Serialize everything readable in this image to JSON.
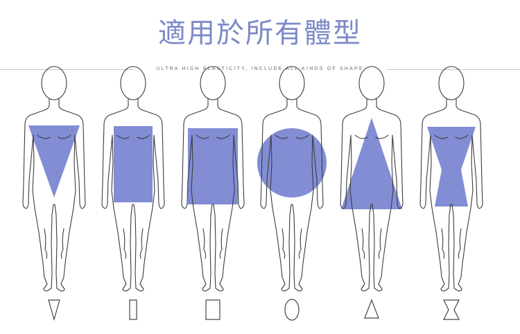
{
  "title": "適用於所有體型",
  "subtitle": "ULTRA HIGH ELASTICITY,  INCLUDE ALL KINDS OF SHAPE",
  "colors": {
    "title": "#7c8ac8",
    "shape_fill": "#7b87d2",
    "outline": "#3b3b3b",
    "symbol": "#444444"
  },
  "figures": [
    {
      "shape": "inverted-triangle",
      "symbol": "inverted-triangle-icon"
    },
    {
      "shape": "narrow-rectangle",
      "symbol": "narrow-rectangle-icon"
    },
    {
      "shape": "rectangle",
      "symbol": "rectangle-icon"
    },
    {
      "shape": "circle",
      "symbol": "oval-icon"
    },
    {
      "shape": "triangle",
      "symbol": "triangle-icon"
    },
    {
      "shape": "hourglass",
      "symbol": "hourglass-icon"
    }
  ]
}
